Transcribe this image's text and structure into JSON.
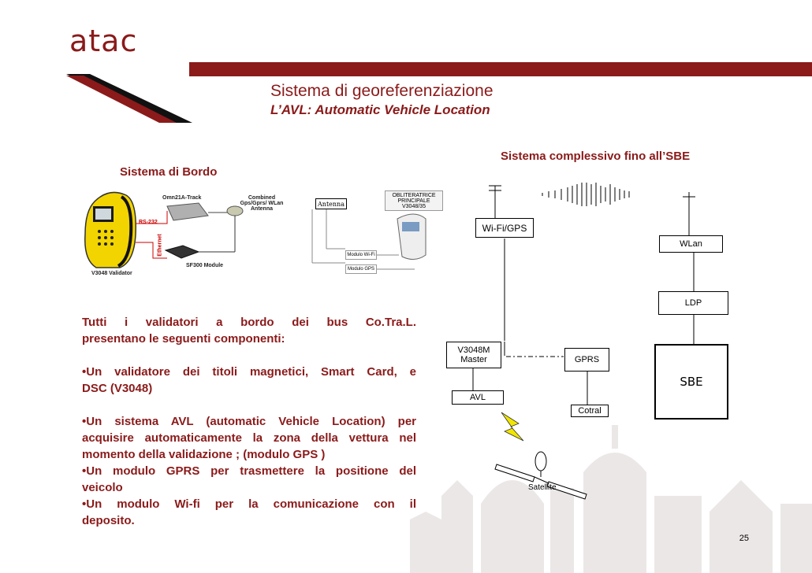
{
  "logo": "atac",
  "title": "Sistema di georeferenziazione",
  "subtitle": "L’AVL:  Automatic Vehicle Location",
  "left_heading": "Sistema di Bordo",
  "right_heading": "Sistema complessivo fino all’SBE",
  "onboard_diagram": {
    "labels": [
      "Omn21A-Track",
      "Combined Gps/Gprs/ WLan Antenna",
      "RS-232",
      "Ethernet",
      "SF300 Module",
      "V3048 Validator"
    ]
  },
  "wiring_diagram": {
    "antenna": "Antenna",
    "obliteratrice_line1": "OBLITERATRICE",
    "obliteratrice_line2": "PRINCIPALE V3048/35",
    "modulo_wifi": "Modulo Wi-Fi",
    "modulo_gps": "Modulo GPS"
  },
  "body": {
    "intro_line1": "Tutti i validatori a bordo dei bus Co.Tra.L.",
    "intro_line2": "presentano le seguenti componenti:",
    "item1_line1": "•Un validatore dei titoli magnetici, Smart Card, e",
    "item1_line2": "DSC (V3048)",
    "item2_line1": "•Un sistema AVL (automatic Vehicle Location) per",
    "item2_line2": "acquisire automaticamente  la zona della vettura nel",
    "item2_line3": "momento della validazione ; (modulo GPS )",
    "item3_line1": "•Un modulo GPRS per trasmettere la positione del",
    "item3_line2": "veicolo",
    "item4_line1": "•Un modulo Wi-fi per la comunicazione con il",
    "item4_line2": "deposito."
  },
  "system_diagram": {
    "wifi_gps": "Wi-Fi/GPS",
    "wlan": "WLan",
    "ldp": "LDP",
    "master_line1": "V3048M",
    "master_line2": "Master",
    "gprs": "GPRS",
    "avl": "AVL",
    "cotral": "Cotral",
    "sbe": "SBE",
    "satellite": "Satellite"
  },
  "page_number": "25",
  "colors": {
    "brand": "#8b1a1a",
    "validator_yellow": "#f2d400"
  }
}
